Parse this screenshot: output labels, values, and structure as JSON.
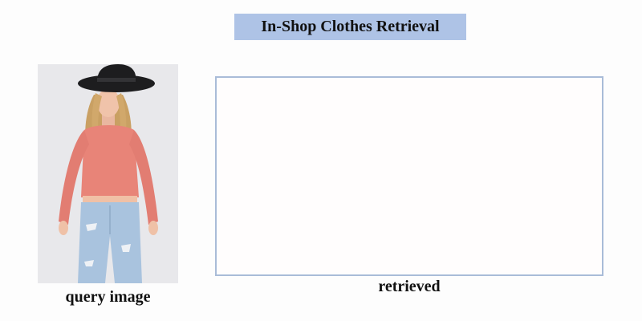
{
  "title": "In-Shop Clothes Retrieval",
  "query": {
    "label": "query image"
  },
  "results": {
    "label": "retrieved"
  },
  "colors": {
    "title_background": "#aec3e6",
    "results_border": "#a9bcd8"
  }
}
